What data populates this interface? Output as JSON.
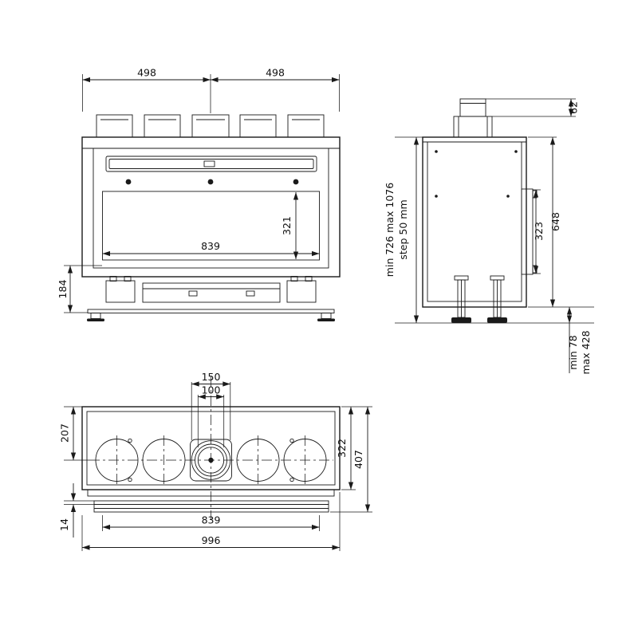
{
  "drawing": {
    "front": {
      "dim_left_to_flue": "498",
      "dim_flue_to_right": "498",
      "dim_opening_width": "839",
      "dim_opening_height": "321",
      "dim_base_height": "184"
    },
    "side": {
      "dim_flue_spigot_height": "62",
      "dim_overall_height_range": "min 726 max 1076",
      "dim_height_step": "step 50 mm",
      "dim_body_height": "648",
      "dim_side_panel_height": "323",
      "dim_leg_min": "min 78",
      "dim_leg_max": "max 428"
    },
    "top": {
      "dim_flue_outer_dia": "150",
      "dim_flue_inner_dia": "100",
      "dim_back_to_flue_center": "207",
      "dim_body_depth": "322",
      "dim_overall_depth": "407",
      "dim_opening_width": "839",
      "dim_overall_width": "996",
      "dim_glass_lip": "14"
    }
  }
}
